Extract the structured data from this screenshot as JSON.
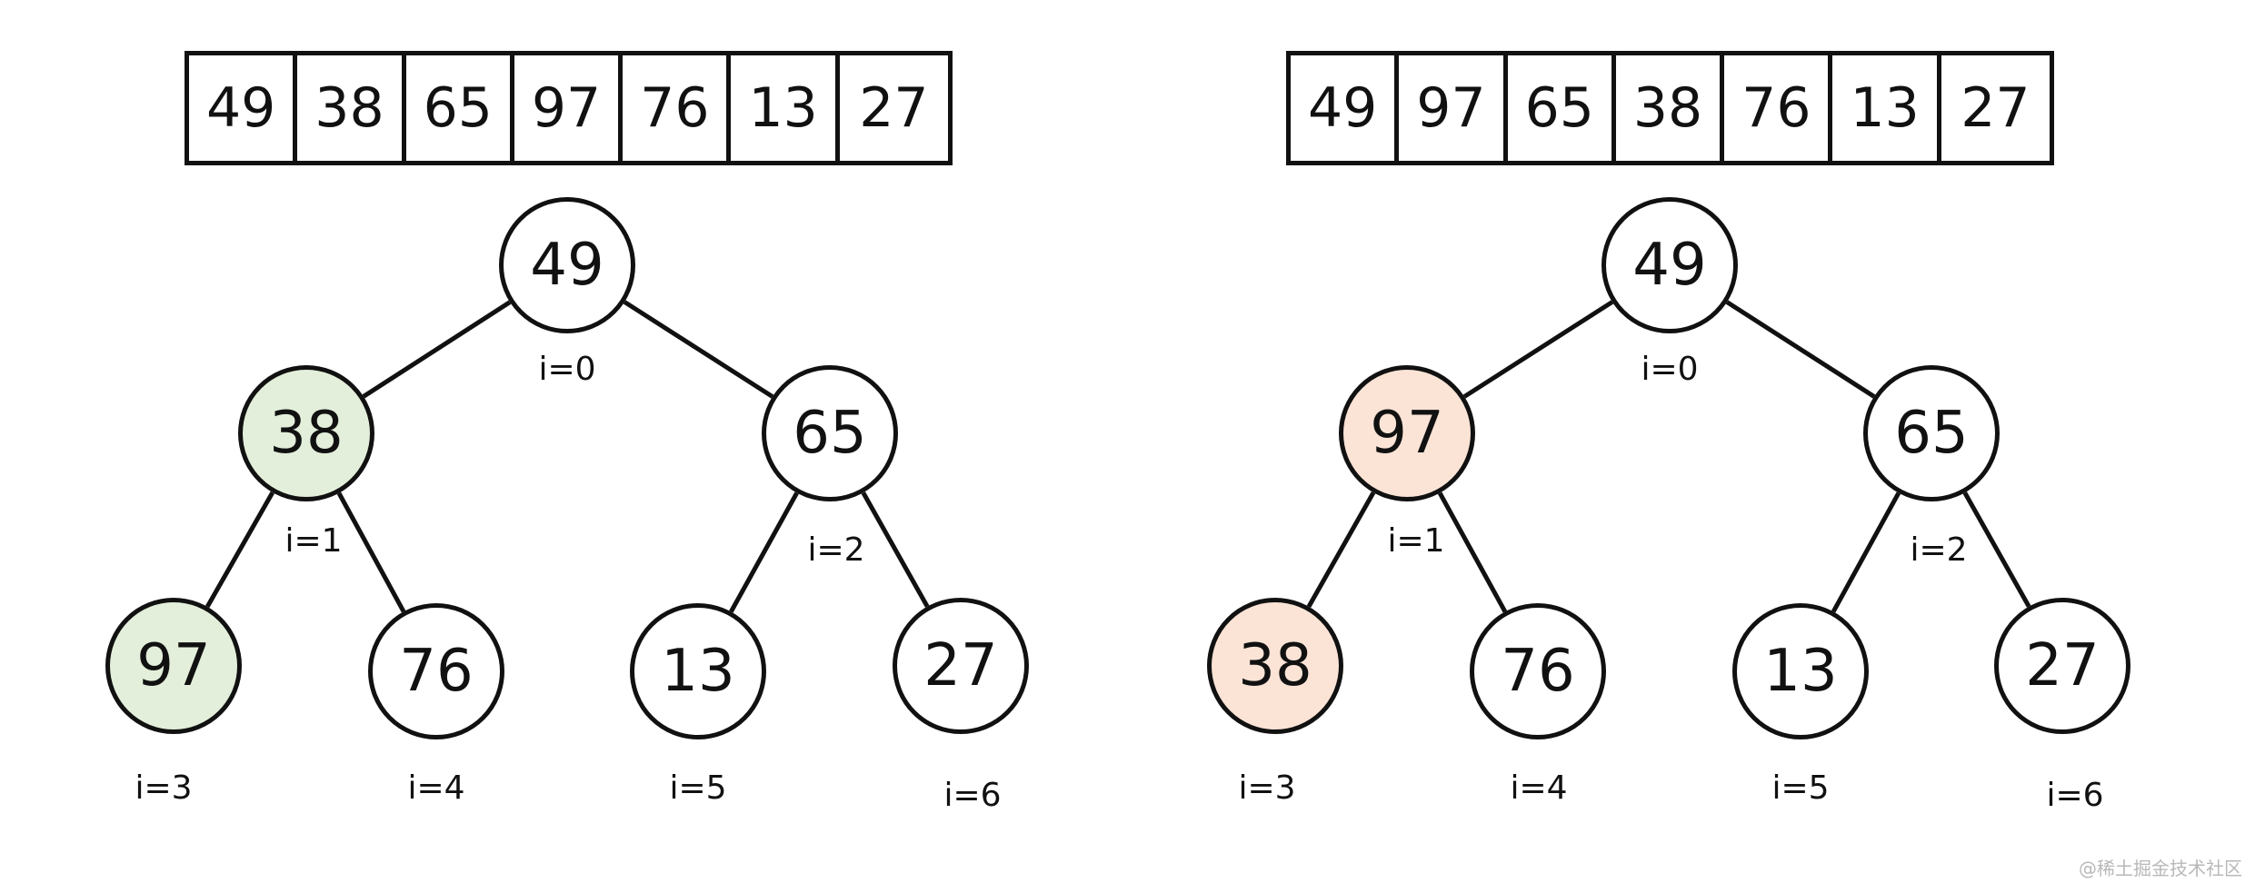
{
  "colors": {
    "line": "#111111",
    "node_fill": "#ffffff",
    "left_highlight": "#e3efda",
    "right_highlight": "#fbe4d6"
  },
  "panels": [
    {
      "array": [
        "49",
        "38",
        "65",
        "97",
        "76",
        "13",
        "27"
      ],
      "nodes": [
        "49",
        "38",
        "65",
        "97",
        "76",
        "13",
        "27"
      ],
      "index_labels": [
        "i=0",
        "i=1",
        "i=2",
        "i=3",
        "i=4",
        "i=5",
        "i=6"
      ],
      "highlighted": [
        1,
        3
      ],
      "highlight_color": "#e3efda"
    },
    {
      "array": [
        "49",
        "97",
        "65",
        "38",
        "76",
        "13",
        "27"
      ],
      "nodes": [
        "49",
        "97",
        "65",
        "38",
        "76",
        "13",
        "27"
      ],
      "index_labels": [
        "i=0",
        "i=1",
        "i=2",
        "i=3",
        "i=4",
        "i=5",
        "i=6"
      ],
      "highlighted": [
        1,
        3
      ],
      "highlight_color": "#fbe4d6"
    }
  ],
  "watermark": "@稀土掘金技术社区"
}
